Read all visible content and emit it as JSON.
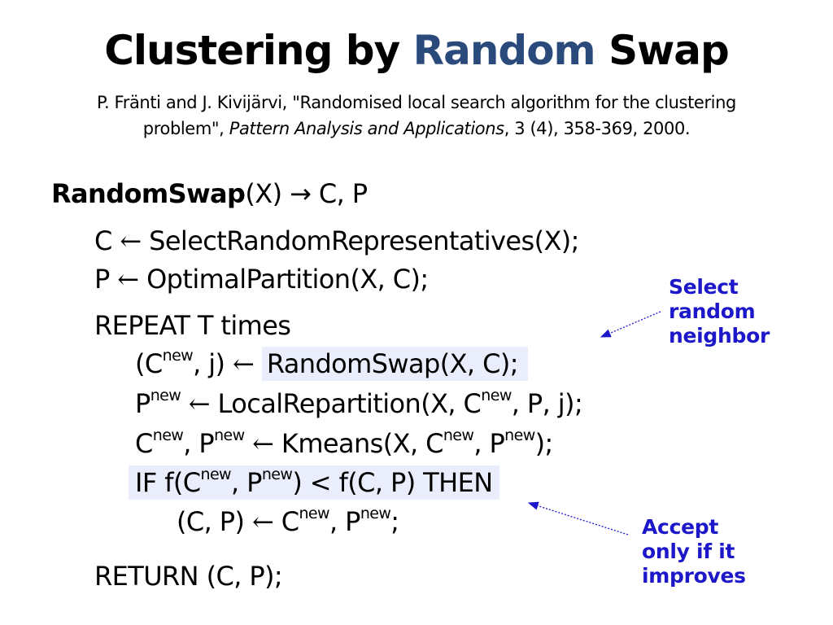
{
  "title": {
    "part1": "Clustering by ",
    "accent": "Random",
    "part2": " Swap"
  },
  "reference": {
    "line1": "P. Fränti and J. Kivijärvi, \"Randomised local search algorithm for the clustering",
    "line2_start": "problem\", ",
    "journal": "Pattern Analysis and Applications",
    "line2_end": ", 3 (4), 358-369, 2000."
  },
  "algorithm": {
    "header_name": "RandomSwap",
    "header_rest": "(X) → C, P",
    "line_c_left": "C ",
    "line_c_right": " SelectRandomRepresentatives(X);",
    "line_p_left": "P ",
    "line_p_right": " OptimalPartition(X, C);",
    "repeat": "REPEAT T times",
    "swap_left": "(C",
    "swap_mid": ", j) ",
    "swap_call": "RandomSwap(X, C);",
    "repart_p": "P",
    "repart_call": " LocalRepartition(X, C",
    "repart_end": ", P, j);",
    "km_c": "C",
    "km_sep": ", P",
    "km_call": " Kmeans(X, C",
    "km_sep2": ", P",
    "km_end": ");",
    "if_start": "IF f(C",
    "if_sep": ", P",
    "if_end": ") < f(C, P) THEN",
    "assign_left": "(C, P) ",
    "assign_c": " C",
    "assign_sep": ", P",
    "assign_end": ";",
    "return": "RETURN (C, P);",
    "sup": "new",
    "arrow": "←"
  },
  "notes": {
    "select": [
      "Select",
      "random",
      "neighbor"
    ],
    "accept": [
      "Accept",
      "only if it",
      "improves"
    ]
  },
  "colors": {
    "title_accent": "#2a4a7c",
    "note_text": "#1c17c8",
    "highlight": "#eaedfb"
  }
}
